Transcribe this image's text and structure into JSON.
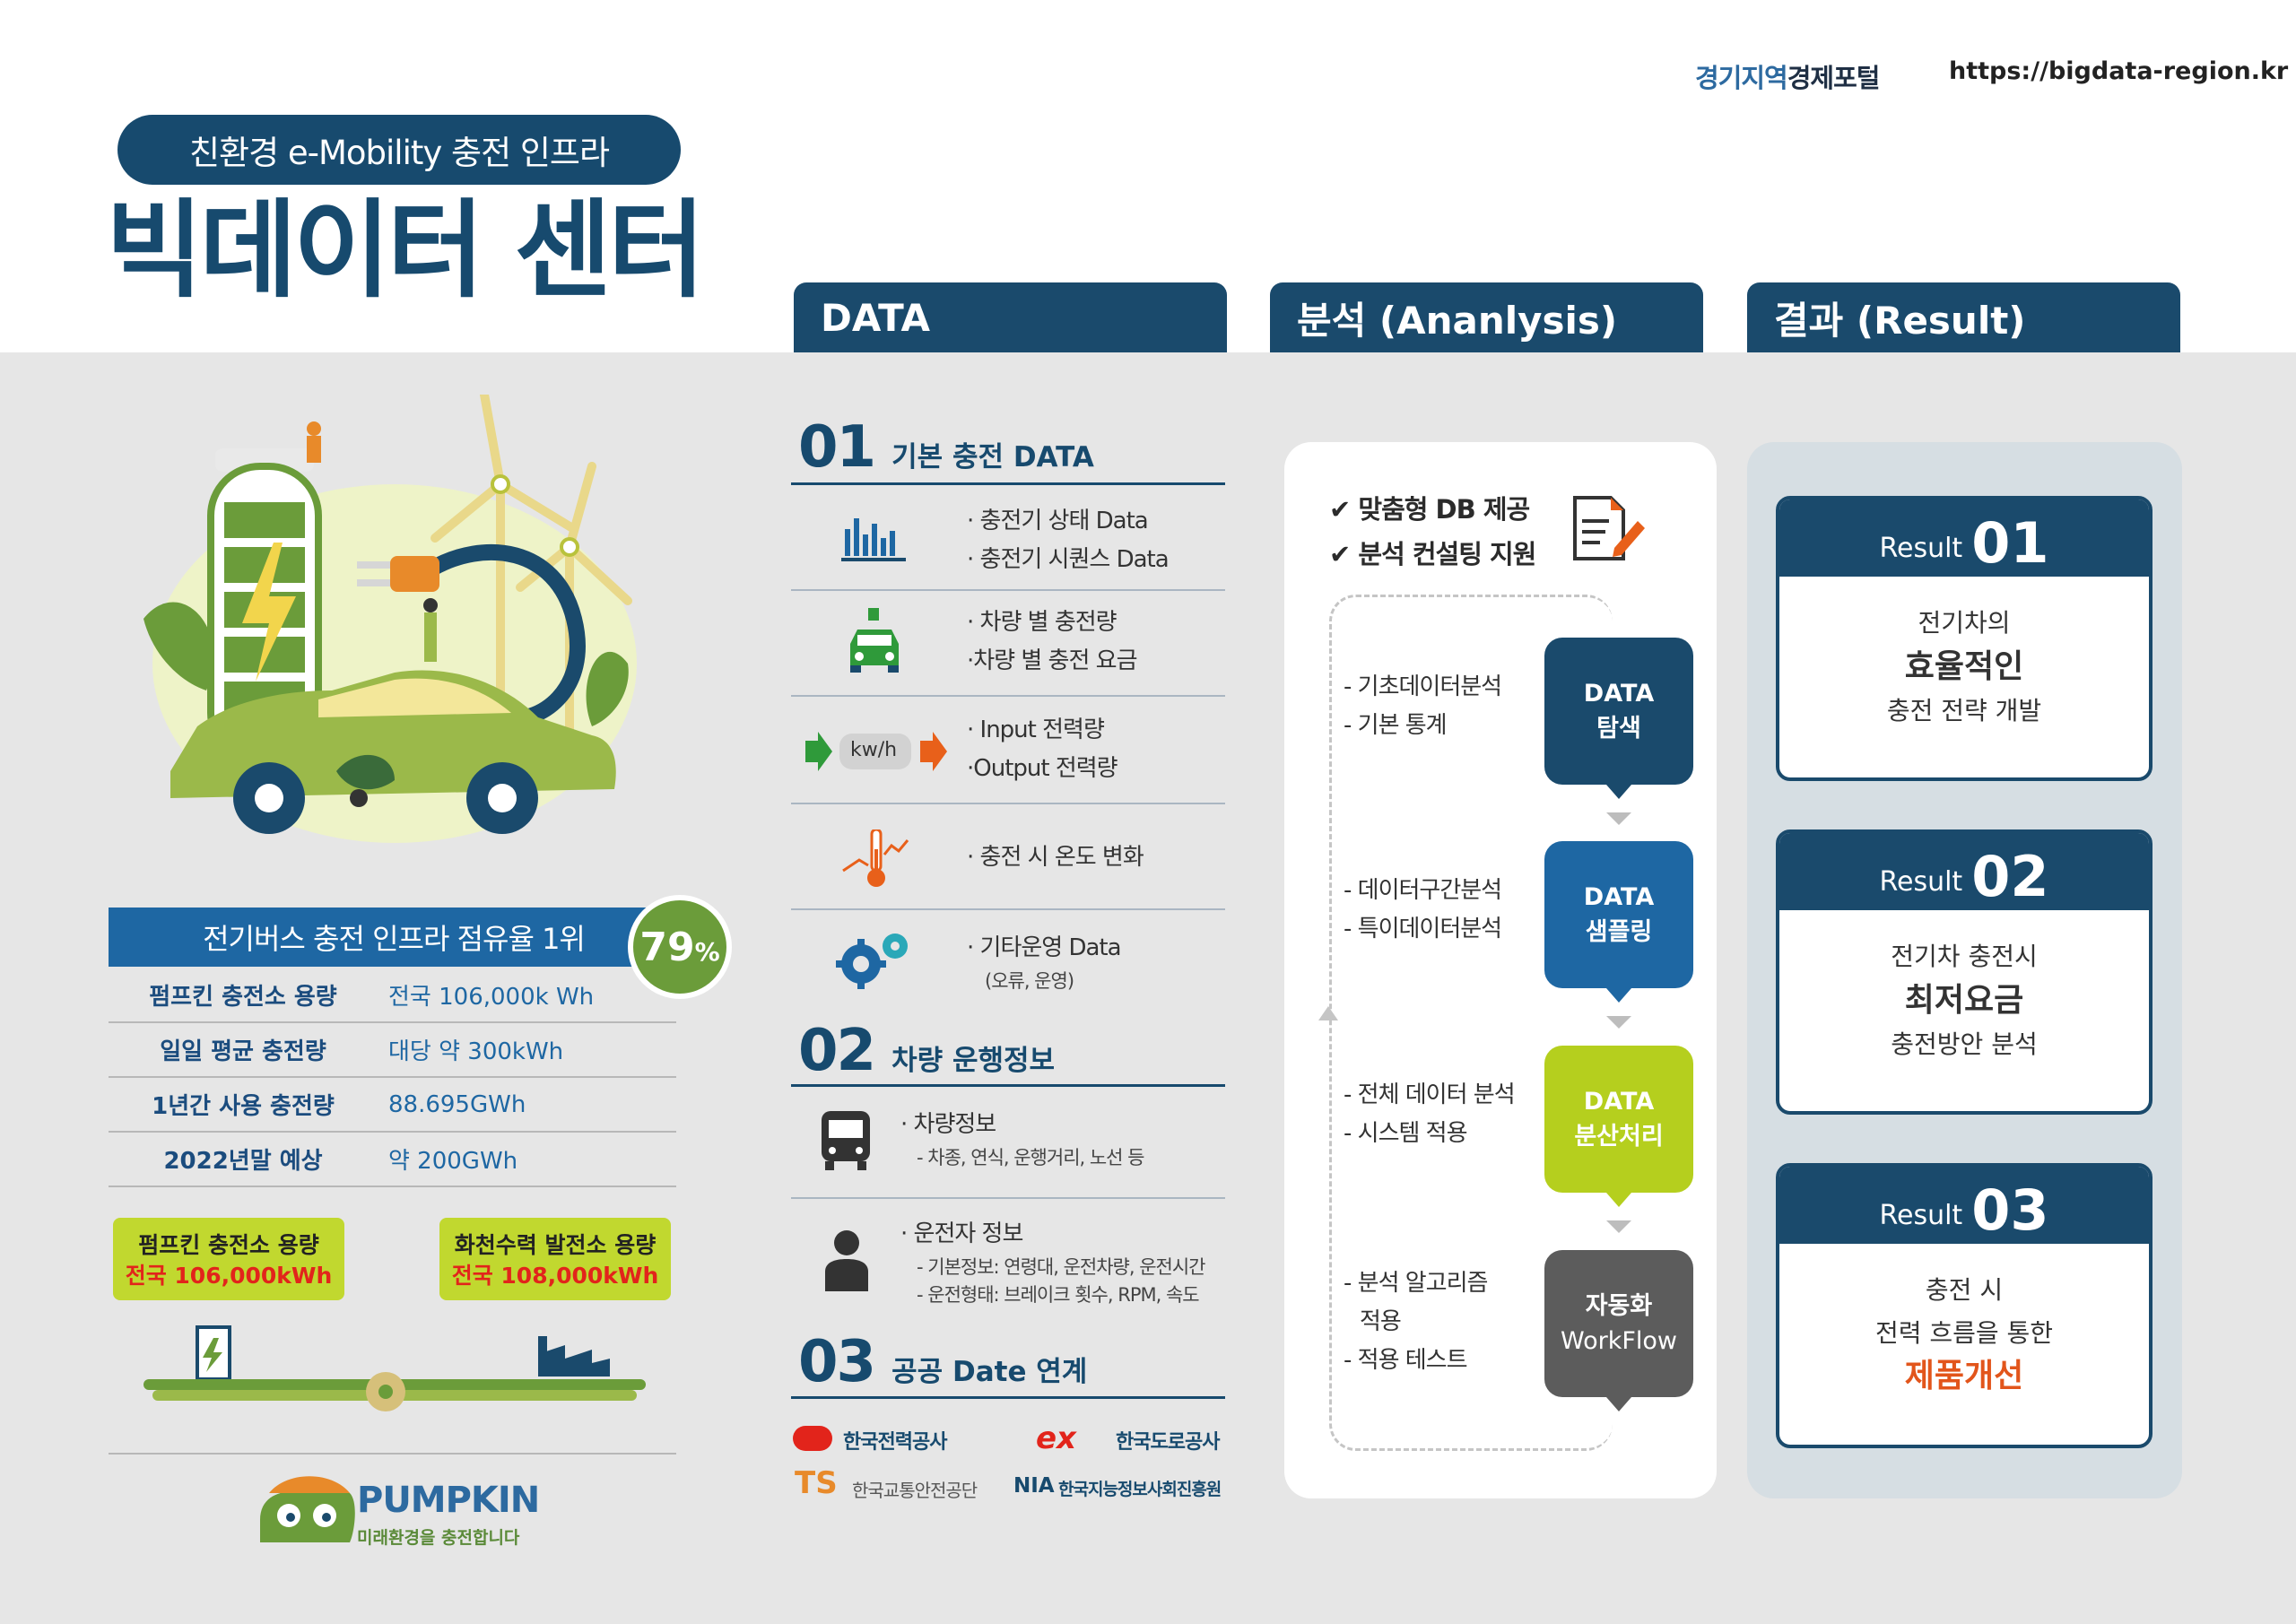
{
  "header": {
    "portal_pre": "경기지역",
    "portal_main": "경제포털",
    "url": "https://bigdata-region.kr",
    "pill": "친환경 e-Mobility 충전 인프라",
    "title": "빅데이터 센터"
  },
  "columns": {
    "data": "DATA",
    "analysis": "분석 (Ananlysis)",
    "result": "결과 (Result)"
  },
  "stats": {
    "headline": "전기버스 충전 인프라 점유율 1위",
    "badge_value": "79",
    "badge_unit": "%",
    "rows": [
      {
        "key": "펌프킨 충전소 용량",
        "value": "전국 106,000k Wh"
      },
      {
        "key": "일일 평균 충전량",
        "value": "대당 약 300kWh"
      },
      {
        "key": "1년간 사용 충전량",
        "value": "88.695GWh"
      },
      {
        "key": "2022년말 예상",
        "value": "약 200GWh"
      }
    ]
  },
  "compare": {
    "left_label": "펌프킨 충전소 용량",
    "left_value": "전국 106,000kWh",
    "right_label": "화천수력 발전소 용량",
    "right_value": "전국 108,000kWh"
  },
  "brand": {
    "name": "PUMPKIN",
    "tagline": "미래환경을 충전합니다"
  },
  "data_section": {
    "s1": {
      "num": "01",
      "title": "기본 충전 DATA"
    },
    "items1": [
      {
        "l1": "· 충전기 상태 Data",
        "l2": "· 충전기 시퀀스 Data"
      },
      {
        "l1": "· 차량 별 충전량",
        "l2": "·차량 별 충전 요금"
      },
      {
        "l1": "· Input 전력량",
        "l2": "·Output 전력량"
      },
      {
        "l1": "· 충전 시 온도 변화",
        "l2": ""
      },
      {
        "l1": "· 기타운영 Data",
        "l2": "(오류, 운영)"
      }
    ],
    "kwh_label": "kw/h",
    "s2": {
      "num": "02",
      "title": "차량 운행정보"
    },
    "items2": [
      {
        "l1": "· 차량정보",
        "l2": "- 차종, 연식, 운행거리, 노선 등",
        "l3": ""
      },
      {
        "l1": "· 운전자 정보",
        "l2": "- 기본정보: 연령대, 운전차량, 운전시간",
        "l3": "- 운전형태: 브레이크 횟수, RPM, 속도"
      }
    ],
    "s3": {
      "num": "03",
      "title": "공공 Date 연계"
    },
    "logos": [
      "한국전력공사",
      "한국도로공사",
      "한국교통안전공단",
      "한국지능정보사회진흥원"
    ],
    "logo_abbr": [
      "ex",
      "TS",
      "NIA"
    ]
  },
  "analysis": {
    "check1": "맞춤형 DB 제공",
    "check2": "분석 컨설팅 지원",
    "steps": [
      {
        "t1": "- 기초데이터분석",
        "t2": "- 기본 통계",
        "t3": "",
        "box1": "DATA",
        "box2": "탐색",
        "color": "#1a4a6c"
      },
      {
        "t1": "- 데이터구간분석",
        "t2": "- 특이데이터분석",
        "t3": "",
        "box1": "DATA",
        "box2": "샘플링",
        "color": "#1e67a3"
      },
      {
        "t1": "- 전체 데이터 분석",
        "t2": "- 시스템 적용",
        "t3": "",
        "box1": "DATA",
        "box2": "분산처리",
        "color": "#b5cf1e"
      },
      {
        "t1": "- 분석 알고리즘",
        "t2": "적용",
        "t3": "- 적용 테스트",
        "box1": "자동화",
        "box2": "WorkFlow",
        "color": "#5c5c5c"
      }
    ]
  },
  "results": [
    {
      "label": "Result",
      "num": "01",
      "l1": "전기차의",
      "l2": "효율적인",
      "l3": "충전 전략 개발"
    },
    {
      "label": "Result",
      "num": "02",
      "l1": "전기차 충전시",
      "l2": "최저요금",
      "l3": "충전방안 분석"
    },
    {
      "label": "Result",
      "num": "03",
      "l1": "충전 시",
      "l2": "전력 흐름을 통한",
      "l3": "제품개선"
    }
  ],
  "colors": {
    "navy": "#174a6e",
    "blue": "#1e67a3",
    "lime": "#c1d82f",
    "red": "#e2241b",
    "green": "#6b9c3a"
  }
}
